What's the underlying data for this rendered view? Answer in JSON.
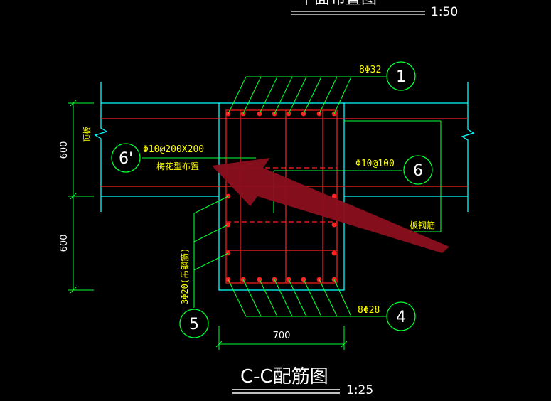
{
  "top_title": "平面布置图",
  "top_scale": "1:50",
  "main_title": "C-C配筋图",
  "main_scale": "1:25",
  "callouts": {
    "c1": {
      "num": "1",
      "label": "8Φ32"
    },
    "c4": {
      "num": "4",
      "label": "8Φ28"
    },
    "c6": {
      "num": "6",
      "label": "Φ10@100"
    },
    "c6p": {
      "num": "6'",
      "label": "Φ10@200X200",
      "sublabel": "梅花型布置"
    },
    "c5": {
      "num": "5",
      "label": "3Φ20(吊钢筋)"
    }
  },
  "dims": {
    "upper": "600",
    "lower": "600",
    "bottom": "700"
  },
  "side_labels": {
    "left": "顶板",
    "right": "板钢筋"
  },
  "colors": {
    "background": "#000000",
    "concrete": "#00ffff",
    "rebar": "#ff0000",
    "leader": "#00ff00",
    "text": "#ffff00",
    "arrow": "#8b0f1e"
  }
}
